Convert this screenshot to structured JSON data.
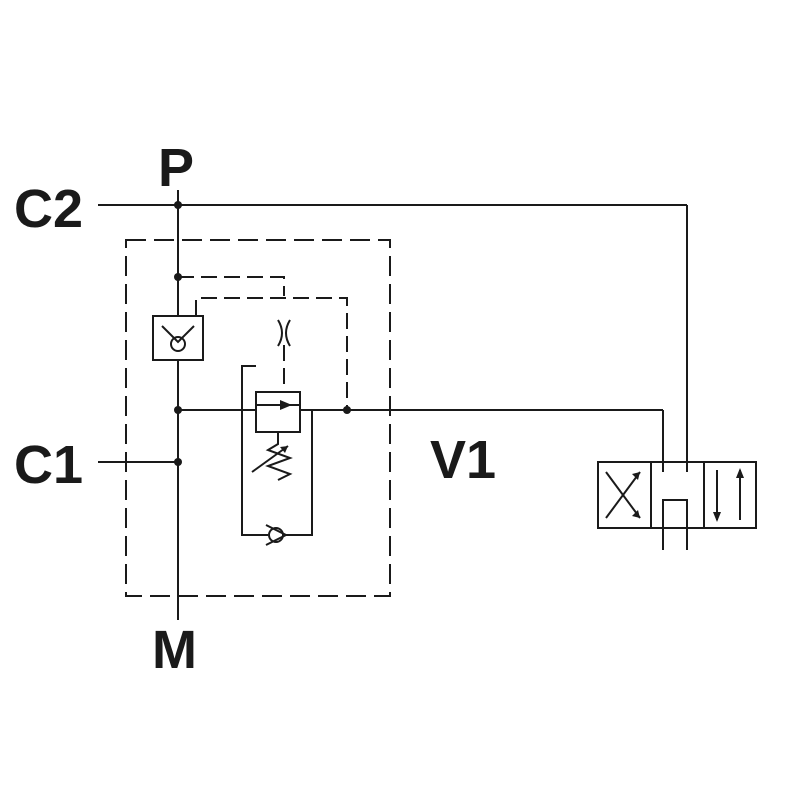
{
  "diagram": {
    "ports": {
      "p": "P",
      "c2": "C2",
      "c1": "C1",
      "m": "M",
      "v1": "V1"
    },
    "colors": {
      "stroke": "#1a1a1a",
      "background": "#ffffff"
    },
    "icons": [
      "check-valve-icon",
      "orifice-icon",
      "relief-valve-icon",
      "spring-icon",
      "directional-valve-icon"
    ]
  }
}
